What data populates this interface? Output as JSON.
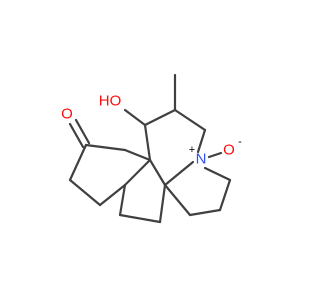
{
  "molecule": {
    "atoms": {
      "hydroxyl": {
        "label": "HO",
        "color": "#ff0d0d"
      },
      "ketone": {
        "label": "O",
        "color": "#ff0d0d"
      },
      "nitrogen": {
        "label": "N",
        "charge": "+",
        "color": "#3050f8"
      },
      "n_oxide": {
        "label": "O",
        "charge": "-",
        "color": "#ff0d0d"
      }
    },
    "bond_color": "#404040"
  }
}
